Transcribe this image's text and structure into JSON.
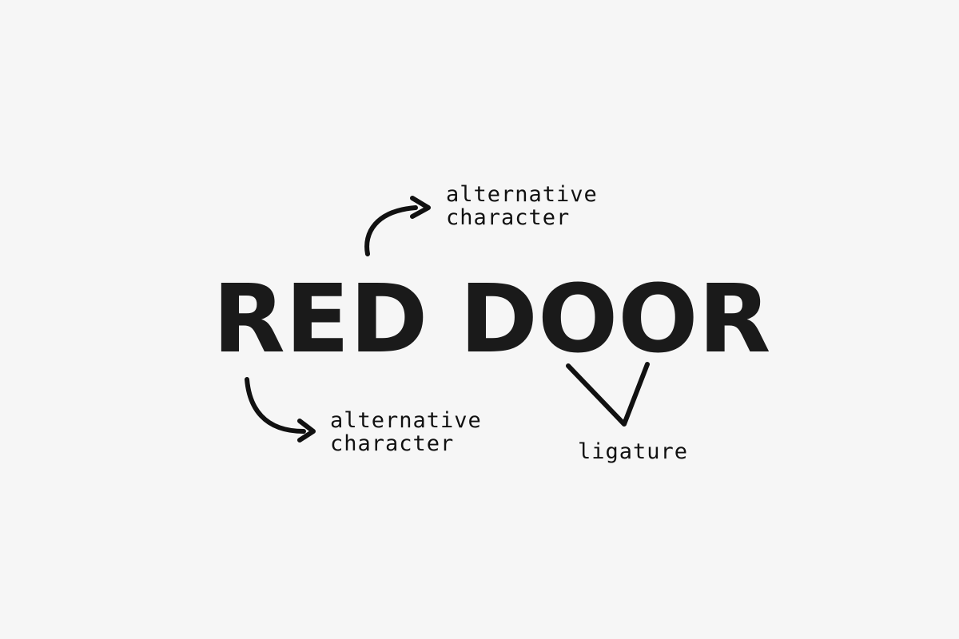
{
  "headline": {
    "word_1": "RED",
    "word_2": "DOOR"
  },
  "annotations": {
    "top": {
      "line_1": "alternative",
      "line_2": "character"
    },
    "bottom": {
      "line_1": "alternative",
      "line_2": "character"
    },
    "ligature": "ligature"
  },
  "colors": {
    "background": "#f6f6f6",
    "ink": "#111111"
  },
  "icons": {
    "top_arrow": "curved-arrow-right-icon",
    "bottom_arrow": "curved-arrow-right-icon",
    "ligature_marker": "v-marker-icon"
  }
}
